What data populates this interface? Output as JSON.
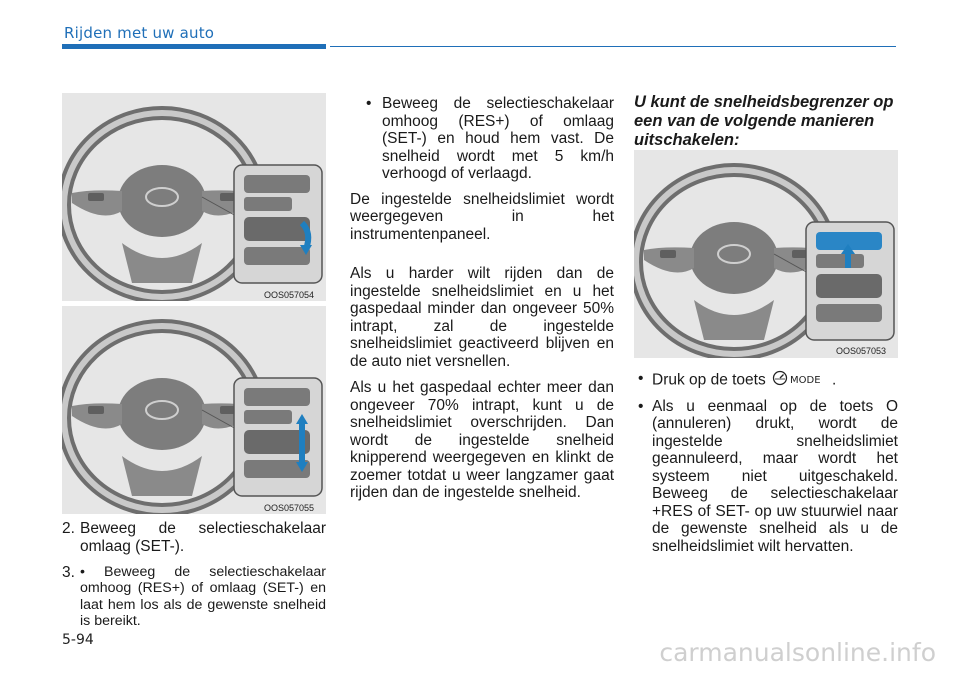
{
  "header": {
    "section_title": "Rijden met uw auto"
  },
  "figures": [
    {
      "code": "OOS057054"
    },
    {
      "code": "OOS057055"
    },
    {
      "code": "OOS057053"
    }
  ],
  "left_column": {
    "item2_num": "2.",
    "item2_text": "Beweeg de selectieschakelaar omlaag (SET-).",
    "item3_num": "3.",
    "item3_text": "• Beweeg de selectieschakelaar omhoog (RES+) of omlaag (SET-) en laat hem los als de gewenste snelheid is bereikt."
  },
  "middle_column": {
    "bullet": "•",
    "bullet_text": "Beweeg de selectieschakelaar omhoog (RES+) of omlaag (SET-) en houd hem vast. De snelheid wordt met 5 km/h verhoogd of verlaagd.",
    "para1": "De ingestelde snelheidslimiet wordt weergegeven in het instrumentenpaneel.",
    "para2": "Als u harder wilt rijden dan de ingestelde snelheidslimiet en u het gaspedaal minder dan ongeveer 50% intrapt, zal de ingestelde snelheidslimiet geactiveerd blijven en de auto niet versnellen.",
    "para3": "Als u het gaspedaal echter meer dan ongeveer 70% intrapt, kunt u de snelheidslimiet overschrijden. Dan wordt de ingestelde snelheid knipperend weergegeven en klinkt de zoemer totdat u weer langzamer gaat rijden dan de ingestelde snelheid."
  },
  "right_column": {
    "heading": "U kunt de snelheidsbegrenzer op een van de volgende manieren uitschakelen:",
    "bullet": "•",
    "bullet1_pre": "Druk op de toets",
    "bullet1_icon_label": "MODE",
    "bullet1_post": ".",
    "bullet2_text": "Als u eenmaal op de toets O (annuleren) drukt, wordt de ingestelde snelheidslimiet geannuleerd, maar wordt het systeem niet uitgeschakeld. Beweeg de selectieschakelaar +RES of SET- op uw stuurwiel naar de gewenste snelheid als u de snelheidslimiet wilt hervatten."
  },
  "footer": {
    "page_number": "5-94",
    "watermark": "carmanualsonline.info"
  }
}
